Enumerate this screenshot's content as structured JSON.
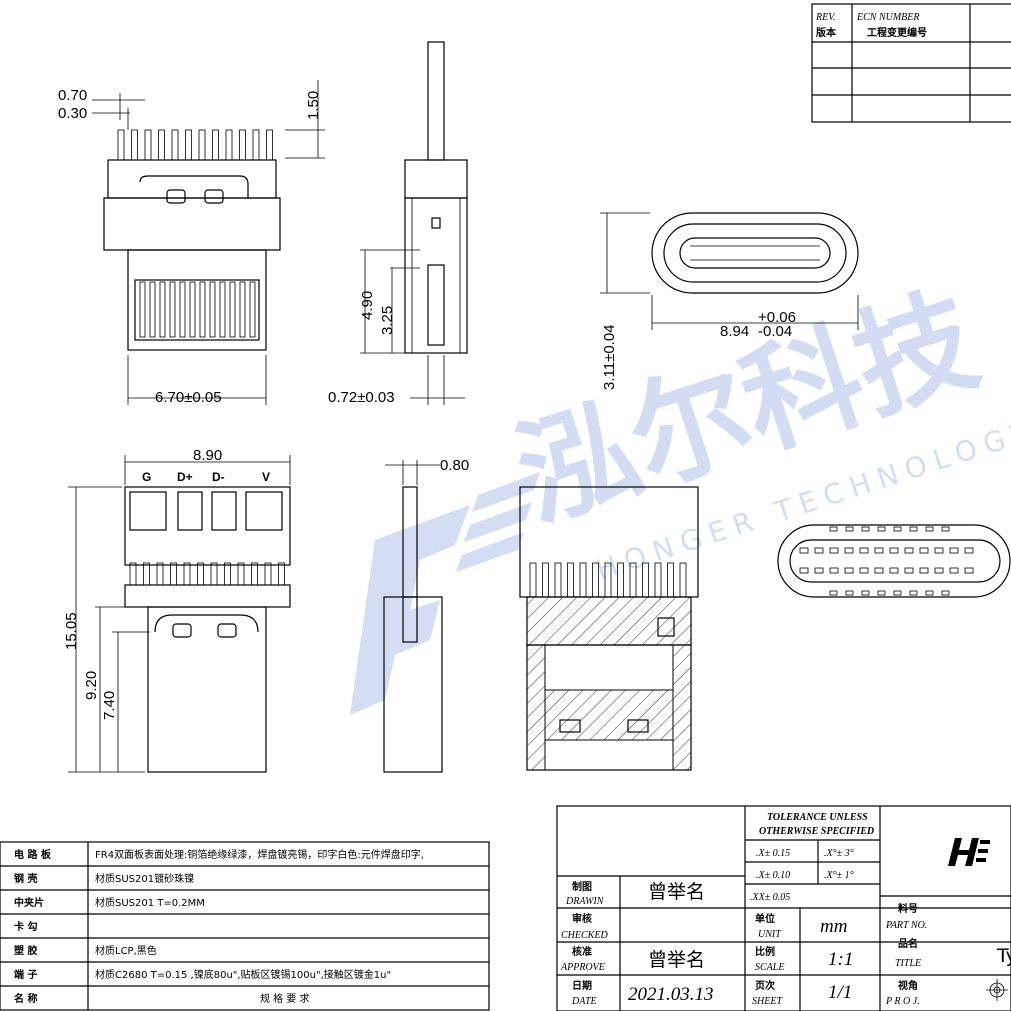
{
  "revision_block": {
    "rev_label": "REV.",
    "rev_label_cn": "版本",
    "ecn_label": "ECN NUMBER",
    "ecn_label_cn": "工程变更编号"
  },
  "dimensions": {
    "pin_width": "0.70",
    "pin_gap": "0.30",
    "pin_length": "1.50",
    "body_width": "6.70±0.05",
    "thickness_a": "4.90",
    "thickness_b": "3.25",
    "side_width": "0.72±0.03",
    "port_height": "3.11±0.04",
    "port_width_base": "8.94",
    "port_width_plus": "+0.06",
    "port_width_minus": "-0.04",
    "bottom_width": "8.90",
    "bottom_side": "0.80",
    "height_total": "15.05",
    "height_mid": "9.20",
    "height_low": "7.40"
  },
  "pad_labels": [
    "G",
    "D+",
    "D-",
    "V"
  ],
  "watermark": {
    "cn": "泓尔科技",
    "en": "HONGER TECHNOLOGY"
  },
  "material_table": {
    "rows": [
      {
        "name": "电 路 板",
        "spec": "FR4双面板表面处理:铜箔绝缘绿漆，焊盘镀亮锡，印字白色:元件焊盘印字,"
      },
      {
        "name": "钢 壳",
        "spec": "材质SUS201镀砂珠镍"
      },
      {
        "name": "中夹片",
        "spec": "材质SUS201 T=0.2MM"
      },
      {
        "name": "卡 勾",
        "spec": ""
      },
      {
        "name": "塑 胶",
        "spec": "材质LCP,黑色"
      },
      {
        "name": "端 子",
        "spec": "材质C2680 T=0.15 ,镍底80u\",贴板区镀锡100u\",接触区镀金1u\""
      },
      {
        "name": "名 称",
        "spec": "规 格 要 求"
      }
    ]
  },
  "title_block": {
    "tolerance_title_1": "TOLERANCE UNLESS",
    "tolerance_title_2": "OTHERWISE SPECIFIED",
    "tol_x": ".X± 0.15",
    "tol_xx": ".X± 0.10",
    "tol_xxx": ".XX± 0.05",
    "tol_ang1": ".X°± 3°",
    "tol_ang2": ".X°± 1°",
    "drawn_cn": "制图",
    "drawn_en": "DRAWIN",
    "drawn_value": "曾举名",
    "checked_cn": "审核",
    "checked_en": "CHECKED",
    "approve_cn": "核准",
    "approve_en": "APPROVE",
    "approve_value": "曾举名",
    "date_cn": "日期",
    "date_en": "DATE",
    "date_value": "2021.03.13",
    "unit_cn": "单位",
    "unit_en": "UNIT",
    "unit_value": "mm",
    "scale_cn": "比例",
    "scale_en": "SCALE",
    "scale_value": "1:1",
    "sheet_cn": "页次",
    "sheet_en": "SHEET",
    "sheet_value": "1/1",
    "part_cn": "料号",
    "part_en": "PART NO.",
    "title_cn": "品名",
    "title_en": "TITLE",
    "title_value": "Ty",
    "proj_cn": "视角",
    "proj_en": "P R O J."
  }
}
